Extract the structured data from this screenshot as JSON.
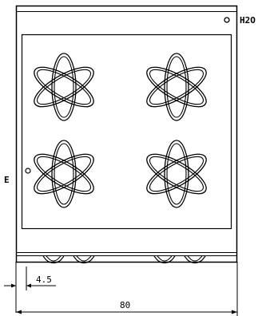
{
  "labels": {
    "water_inlet": "H2O",
    "side_marker": "E",
    "offset_dimension": "4.5",
    "width_dimension": "80"
  },
  "burners": [
    {
      "id": "top-left"
    },
    {
      "id": "top-right"
    },
    {
      "id": "bottom-left"
    },
    {
      "id": "bottom-right"
    }
  ],
  "knob_count": 4,
  "colors": {
    "line": "#000000",
    "background": "#ffffff"
  }
}
